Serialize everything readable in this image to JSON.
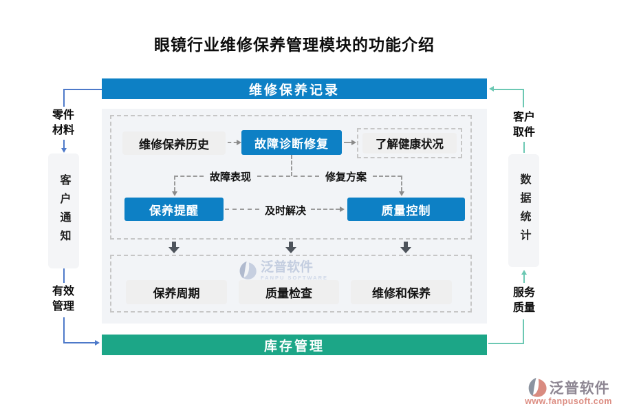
{
  "title": "眼镜行业维修保养管理模块的功能介绍",
  "top_bar": {
    "label": "维修保养记录"
  },
  "bottom_bar": {
    "label": "库存管理"
  },
  "left_flow": {
    "top": "零件材料",
    "middle": "客户通知",
    "bottom": "有效管理"
  },
  "right_flow": {
    "top": "客户取件",
    "middle": "数据统计",
    "bottom": "服务质量"
  },
  "process": {
    "history": "维修保养历史",
    "diagnosis": "故障诊断修复",
    "health": "了解健康状况",
    "fault_label": "故障表现",
    "repair_label": "修复方案",
    "timely_label": "及时解决",
    "reminder": "保养提醒",
    "quality_control": "质量控制",
    "cycle": "保养周期",
    "inspection": "质量检查",
    "maintenance": "维修和保养"
  },
  "watermark": {
    "name": "泛普软件",
    "subtitle": "FANPU SOFTWARE"
  },
  "footer": {
    "brand": "泛普软件",
    "url": "www.fanpusoft.com"
  },
  "colors": {
    "primary_blue": "#0d80c5",
    "green": "#1ca687",
    "blue_line": "#4d79c9",
    "teal_line": "#6cc8b3",
    "box_gray": "#efefef",
    "panel": "#f2f4f7"
  }
}
